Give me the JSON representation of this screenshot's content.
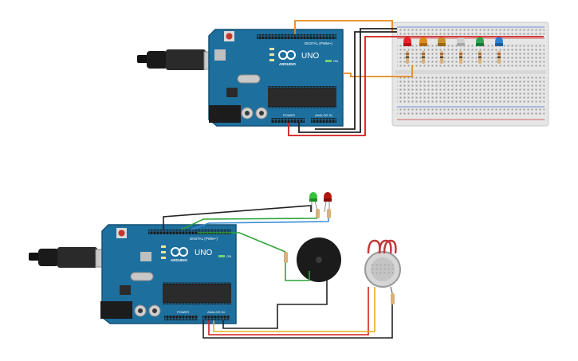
{
  "circuit_top": {
    "board": {
      "brand": "ARDUINO",
      "model": "UNO",
      "header_digital": "DIGITAL (PWM~)",
      "header_power": "POWER",
      "header_analog": "ANALOG IN",
      "on_label": "ON"
    },
    "leds": [
      {
        "name": "led-red",
        "color": "#e8222b"
      },
      {
        "name": "led-orange",
        "color": "#e08a1e"
      },
      {
        "name": "led-amber",
        "color": "#c98f2a"
      },
      {
        "name": "led-white",
        "color": "#cfcfcf"
      },
      {
        "name": "led-green",
        "color": "#2ea44f"
      },
      {
        "name": "led-blue",
        "color": "#2f7fd0"
      }
    ]
  },
  "circuit_bottom": {
    "board": {
      "brand": "ARDUINO",
      "model": "UNO",
      "header_digital": "DIGITAL (PWM~)",
      "header_power": "POWER",
      "header_analog": "ANALOG IN",
      "on_label": "ON"
    },
    "leds": [
      {
        "name": "led-green",
        "color": "#35c23a"
      },
      {
        "name": "led-red",
        "color": "#b8140f"
      }
    ],
    "components": [
      "buzzer",
      "gas-sensor"
    ]
  },
  "colors": {
    "board_blue": "#1d6f9e",
    "wire_orange": "#e8891e",
    "wire_black": "#222222",
    "wire_red": "#d21d1d",
    "wire_green": "#2fa33a",
    "wire_blue": "#3b8fd6",
    "wire_yellow": "#e3b21a"
  }
}
